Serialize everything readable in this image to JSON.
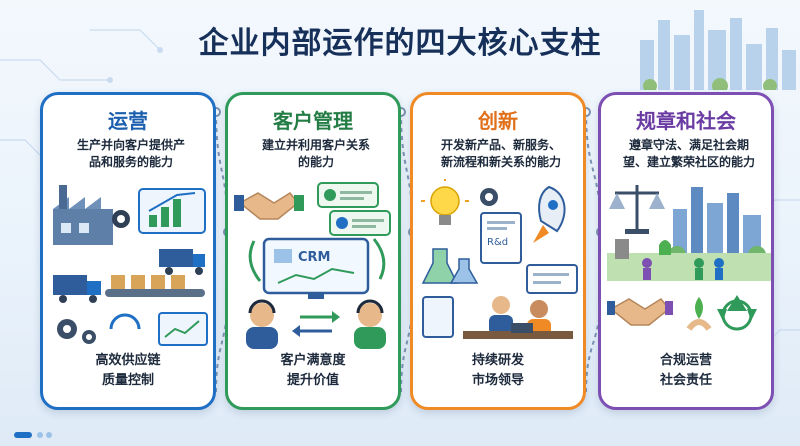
{
  "title": "企业内部运作的四大核心支柱",
  "colors": {
    "title": "#16305a",
    "operations": "#1f6fc4",
    "customer": "#2f9a5a",
    "innovation": "#f08a24",
    "social": "#7d4fb3"
  },
  "pillars": [
    {
      "name": "运营",
      "desc": [
        "生产并向客户提供产",
        "品和服务的能力"
      ],
      "outcomes": [
        "高效供应链",
        "质量控制"
      ],
      "icons": [
        "factory-icon",
        "chart-icon",
        "truck-icon",
        "conveyor-icon",
        "gear-icon"
      ]
    },
    {
      "name": "客户管理",
      "desc": [
        "建立并利用客户关系",
        "的能力"
      ],
      "crm_label": "CRM",
      "outcomes": [
        "客户满意度",
        "提升价值"
      ],
      "icons": [
        "handshake-icon",
        "profile-card-icon",
        "crm-monitor-icon",
        "headset-agent-icon",
        "cycle-arrows-icon"
      ]
    },
    {
      "name": "创新",
      "desc": [
        "开发新产品、新服务、",
        "新流程和新关系的能力"
      ],
      "rd_label": "R&d",
      "outcomes": [
        "持续研发",
        "市场领导"
      ],
      "icons": [
        "lightbulb-icon",
        "rocket-icon",
        "flask-icon",
        "document-icon",
        "team-meeting-icon"
      ]
    },
    {
      "name": "规章和社会",
      "desc": [
        "遵章守法、满足社会期",
        "望、建立繁荣社区的能力"
      ],
      "outcomes": [
        "合规运营",
        "社会责任"
      ],
      "icons": [
        "scales-icon",
        "city-icon",
        "community-icon",
        "handshake-icon",
        "recycle-icon"
      ]
    }
  ]
}
